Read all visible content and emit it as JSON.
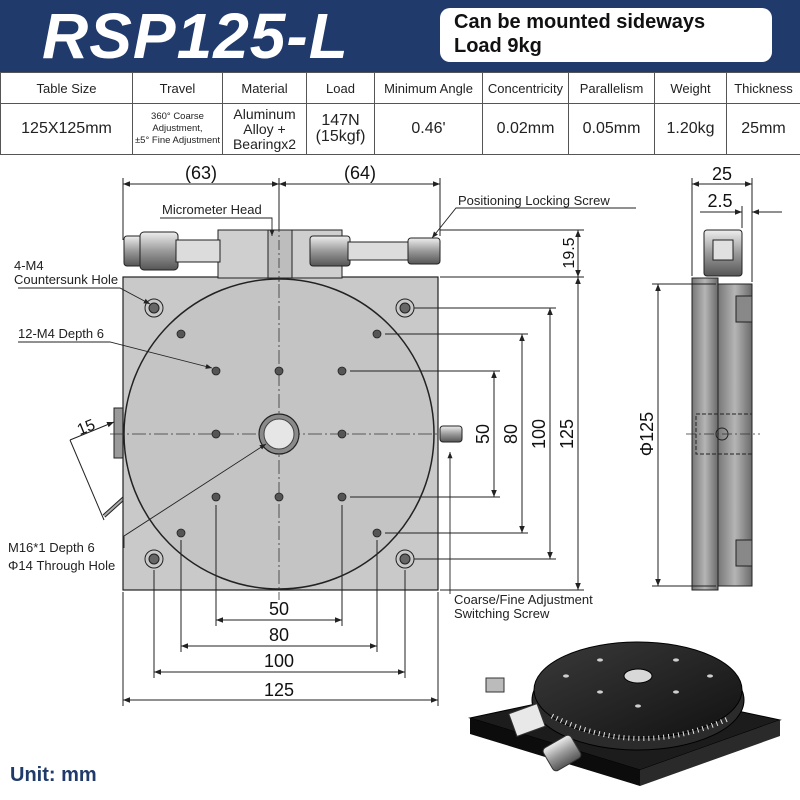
{
  "header": {
    "model": "RSP125-L",
    "note_line1": "Can be mounted sideways",
    "note_line2": "Load 9kg"
  },
  "specs": {
    "headers": [
      "Table Size",
      "Travel",
      "Material",
      "Load",
      "Minimum Angle",
      "Concentricity",
      "Parallelism",
      "Weight",
      "Thickness"
    ],
    "table_size": "125X125mm",
    "travel_line1": "360° Coarse",
    "travel_line2": "Adjustment,",
    "travel_line3": "±5° Fine Adjustment",
    "material_line1": "Aluminum",
    "material_line2": "Alloy +",
    "material_line3": "Bearingx2",
    "load_line1": "147N",
    "load_line2": "(15kgf)",
    "min_angle": "0.46'",
    "concentricity": "0.02mm",
    "parallelism": "0.05mm",
    "weight": "1.20kg",
    "thickness": "25mm"
  },
  "drawing": {
    "dim_63": "(63)",
    "dim_64": "(64)",
    "dim_19_5": "19.5",
    "dim_15": "15",
    "dim_50_v": "50",
    "dim_80_v": "80",
    "dim_100_v": "100",
    "dim_125_v": "125",
    "dim_50_h": "50",
    "dim_80_h": "80",
    "dim_100_h": "100",
    "dim_125_h": "125",
    "dim_25": "25",
    "dim_2_5": "2.5",
    "dim_phi125": "Φ125",
    "label_micrometer": "Micrometer Head",
    "label_locking": "Positioning Locking Screw",
    "label_4m4_line1": "4-M4",
    "label_4m4_line2": "Countersunk Hole",
    "label_12m4": "12-M4 Depth 6",
    "label_m16_line1": "M16*1 Depth 6",
    "label_m16_line2": "Φ14 Through Hole",
    "label_switch_line1": "Coarse/Fine Adjustment",
    "label_switch_line2": "Switching Screw"
  },
  "footer": {
    "unit": "Unit: mm"
  },
  "colors": {
    "header_bg": "#1f3a6b",
    "part_gray": "#c9c9c9",
    "line": "#222222"
  }
}
